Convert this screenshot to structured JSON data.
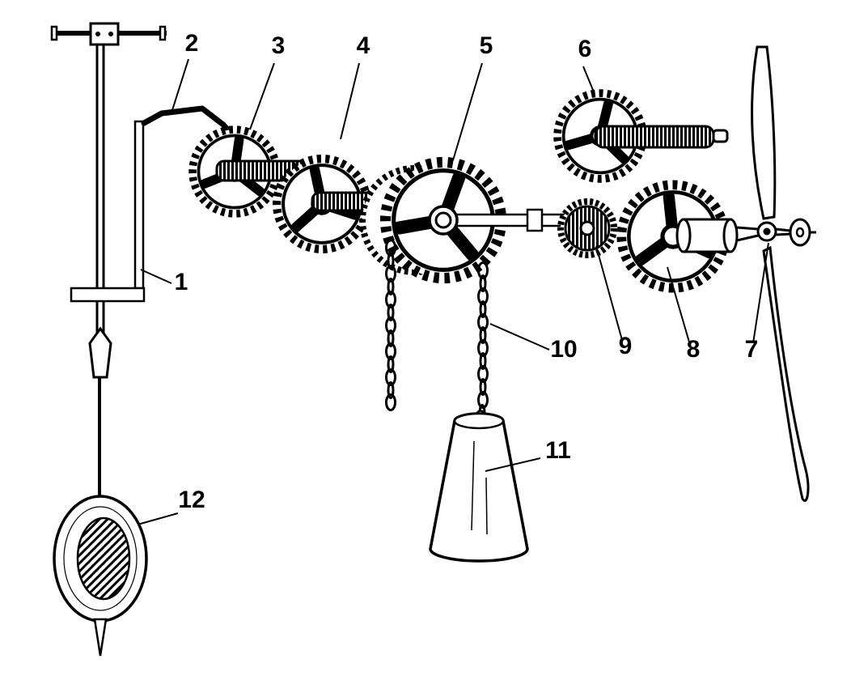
{
  "colors": {
    "ink": "#000000",
    "paper": "#ffffff"
  },
  "figure": {
    "labels": {
      "l1": {
        "text": "1",
        "part": "crutch-rod"
      },
      "l2": {
        "text": "2",
        "part": "pallet-arm"
      },
      "l3": {
        "text": "3",
        "part": "escape-wheel"
      },
      "l4": {
        "text": "4",
        "part": "intermediate-wheel"
      },
      "l5": {
        "text": "5",
        "part": "chain-wheel"
      },
      "l6": {
        "text": "6",
        "part": "upper-wheel"
      },
      "l7": {
        "text": "7",
        "part": "fly-arbor"
      },
      "l8": {
        "text": "8",
        "part": "great-wheel"
      },
      "l9": {
        "text": "9",
        "part": "pinion"
      },
      "l10": {
        "text": "10",
        "part": "chain"
      },
      "l11": {
        "text": "11",
        "part": "driving-weight"
      },
      "l12": {
        "text": "12",
        "part": "pendulum-bob"
      }
    }
  }
}
